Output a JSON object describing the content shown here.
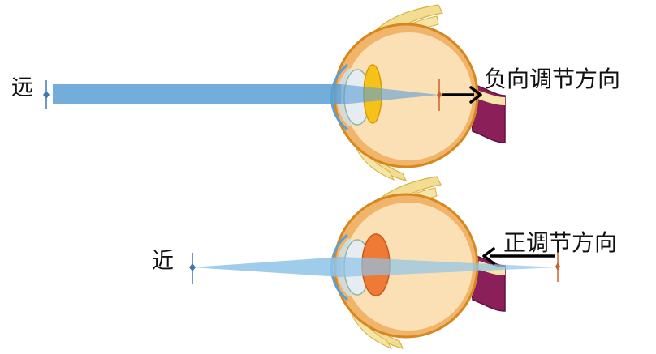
{
  "labels": {
    "far": "远",
    "near": "近",
    "negative_direction": "负向调节方向",
    "positive_direction": "正调节方向"
  },
  "colors": {
    "far_beam": "#5b9fd6",
    "near_beam": "#8fc3e8",
    "relaxed_lens": "#f6c21a",
    "accommodated_lens": "#ee7a35",
    "eye_wall": "#e89a2a",
    "vitreous": "#fbe0b6",
    "muscle": "#f2dd93",
    "optic_nerve": "#8a1f5a",
    "arrow": "#000000",
    "object_marker": "#3f78b5",
    "image_marker": "#c9622a"
  }
}
